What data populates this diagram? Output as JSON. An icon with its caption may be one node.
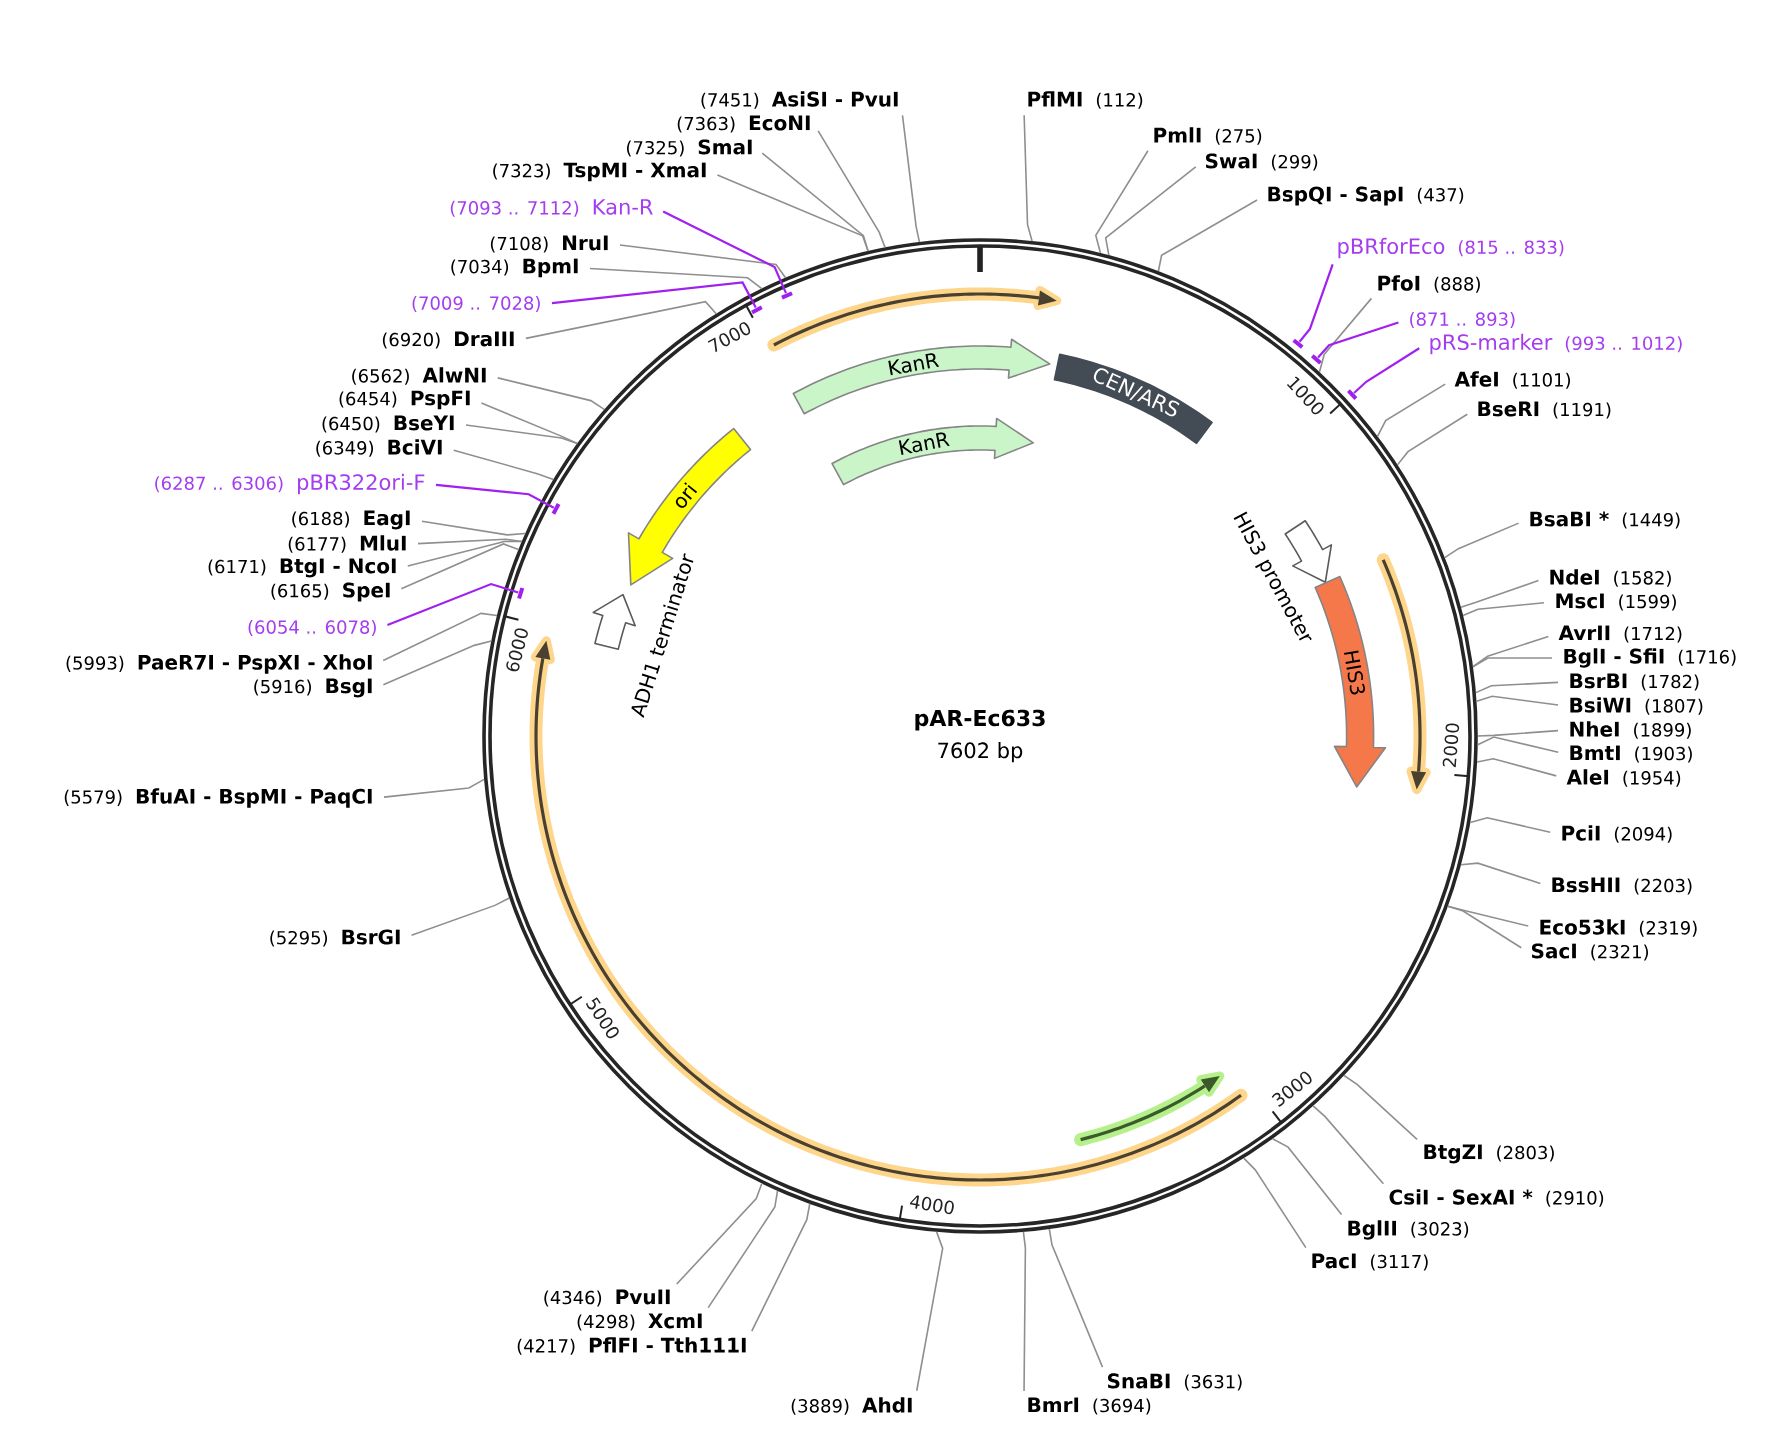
{
  "diagram": {
    "nodes": [
      {
        "text": [
          "pAR-Ec633",
          "7602 bp"
        ]
      },
      {
        "text": [
          "KanR"
        ],
        "in": 0
      },
      {
        "text": [
          "KanR"
        ],
        "in": 0
      },
      {
        "text": [
          "CEN/ARS"
        ],
        "in": 0
      },
      {
        "text": [
          "HIS3 promoter"
        ],
        "in": 0
      },
      {
        "text": [
          "HIS3"
        ],
        "in": 0
      },
      {
        "text": [
          "ADH1 terminator"
        ],
        "in": 0
      },
      {
        "text": [
          "ori"
        ],
        "in": 0
      },
      {
        "text": [
          "PflMI",
          "(112)"
        ]
      },
      {
        "text": [
          "PmlI",
          "(275)"
        ]
      },
      {
        "text": [
          "SwaI",
          "(299)"
        ]
      },
      {
        "text": [
          "BspQI - SapI",
          "(437)"
        ]
      },
      {
        "text": [
          "pBRforEco",
          "(815 .. 833)"
        ]
      },
      {
        "text": [
          "PfoI",
          "(888)"
        ]
      },
      {
        "text": [
          "(871 .. 893)"
        ]
      },
      {
        "text": [
          "pRS-marker",
          "(993 .. 1012)"
        ]
      },
      {
        "text": [
          "AfeI",
          "(1101)"
        ]
      },
      {
        "text": [
          "BseRI",
          "(1191)"
        ]
      },
      {
        "text": [
          "BsaBI *",
          "(1449)"
        ]
      },
      {
        "text": [
          "NdeI",
          "(1582)"
        ]
      },
      {
        "text": [
          "MscI",
          "(1599)"
        ]
      },
      {
        "text": [
          "AvrII",
          "(1712)"
        ]
      },
      {
        "text": [
          "BglI - SfiI",
          "(1716)"
        ]
      },
      {
        "text": [
          "BsrBI",
          "(1782)"
        ]
      },
      {
        "text": [
          "BsiWI",
          "(1807)"
        ]
      },
      {
        "text": [
          "NheI",
          "(1899)"
        ]
      },
      {
        "text": [
          "BmtI",
          "(1903)"
        ]
      },
      {
        "text": [
          "AleI",
          "(1954)"
        ]
      },
      {
        "text": [
          "PciI",
          "(2094)"
        ]
      },
      {
        "text": [
          "BssHII",
          "(2203)"
        ]
      },
      {
        "text": [
          "Eco53kI",
          "(2319)"
        ]
      },
      {
        "text": [
          "SacI",
          "(2321)"
        ]
      },
      {
        "text": [
          "BtgZI",
          "(2803)"
        ]
      },
      {
        "text": [
          "CsiI - SexAI *",
          "(2910)"
        ]
      },
      {
        "text": [
          "BglII",
          "(3023)"
        ]
      },
      {
        "text": [
          "PacI",
          "(3117)"
        ]
      },
      {
        "text": [
          "SnaBI",
          "(3631)"
        ]
      },
      {
        "text": [
          "BmrI",
          "(3694)"
        ]
      },
      {
        "text": [
          "(3889)",
          "AhdI"
        ]
      },
      {
        "text": [
          "(4217)",
          "PflFI - Tth111I"
        ]
      },
      {
        "text": [
          "(4298)",
          "XcmI"
        ]
      },
      {
        "text": [
          "(4346)",
          "PvuII"
        ]
      },
      {
        "text": [
          "(5295)",
          "BsrGI"
        ]
      },
      {
        "text": [
          "(5579)",
          "BfuAI - BspMI - PaqCI"
        ]
      },
      {
        "text": [
          "(5916)",
          "BsgI"
        ]
      },
      {
        "text": [
          "(5993)",
          "PaeR7I - PspXI - XhoI"
        ]
      },
      {
        "text": [
          "(6054 .. 6078)"
        ]
      },
      {
        "text": [
          "(6165)",
          "SpeI"
        ]
      },
      {
        "text": [
          "(6171)",
          "BtgI - NcoI"
        ]
      },
      {
        "text": [
          "(6177)",
          "MluI"
        ]
      },
      {
        "text": [
          "(6188)",
          "EagI"
        ]
      },
      {
        "text": [
          "(6287 .. 6306)",
          "pBR322ori-F"
        ]
      },
      {
        "text": [
          "(6349)",
          "BciVI"
        ]
      },
      {
        "text": [
          "(6450)",
          "BseYI"
        ]
      },
      {
        "text": [
          "(6454)",
          "PspFI"
        ]
      },
      {
        "text": [
          "(6562)",
          "AlwNI"
        ]
      },
      {
        "text": [
          "(6920)",
          "DraIII"
        ]
      },
      {
        "text": [
          "(7009 .. 7028)"
        ]
      },
      {
        "text": [
          "(7034)",
          "BpmI"
        ]
      },
      {
        "text": [
          "(7108)",
          "NruI"
        ]
      },
      {
        "text": [
          "(7093 .. 7112)",
          "Kan-R"
        ]
      },
      {
        "text": [
          "(7323)",
          "TspMI - XmaI"
        ]
      },
      {
        "text": [
          "(7325)",
          "SmaI"
        ]
      },
      {
        "text": [
          "(7363)",
          "EcoNI"
        ]
      },
      {
        "text": [
          "(7451)",
          "AsiSI - PvuI"
        ]
      },
      {
        "text": [],
        "shape": "bar",
        "in": 0
      },
      {
        "text": [],
        "shape": "bar",
        "in": 0
      },
      {
        "text": [],
        "shape": "bar",
        "in": 0
      },
      {
        "text": [],
        "shape": "bar",
        "in": 0
      },
      {
        "text": [],
        "shape": "bar"
      },
      {
        "text": [],
        "shape": "bar"
      },
      {
        "text": [],
        "shape": "bar"
      }
    ],
    "edges": [
      {
        "from": 8,
        "to": 0,
        "arrow": "none"
      },
      {
        "from": 9,
        "to": 0,
        "arrow": "none"
      },
      {
        "from": 10,
        "to": 0,
        "arrow": "none"
      },
      {
        "from": 11,
        "to": 0,
        "arrow": "none"
      },
      {
        "from": 12,
        "to": 69,
        "arrow": "none",
        "color": "#a020f0"
      },
      {
        "from": 13,
        "to": 0,
        "arrow": "none"
      },
      {
        "from": 14,
        "to": 70,
        "arrow": "none",
        "color": "#a020f0"
      },
      {
        "from": 15,
        "to": 71,
        "arrow": "none",
        "color": "#a020f0"
      },
      {
        "from": 16,
        "to": 0,
        "arrow": "none"
      },
      {
        "from": 17,
        "to": 0,
        "arrow": "none"
      },
      {
        "from": 18,
        "to": 0,
        "arrow": "none"
      },
      {
        "from": 19,
        "to": 0,
        "arrow": "none"
      },
      {
        "from": 20,
        "to": 0,
        "arrow": "none"
      },
      {
        "from": 21,
        "to": 0,
        "arrow": "none"
      },
      {
        "from": 22,
        "to": 0,
        "arrow": "none"
      },
      {
        "from": 23,
        "to": 0,
        "arrow": "none"
      },
      {
        "from": 24,
        "to": 0,
        "arrow": "none"
      },
      {
        "from": 25,
        "to": 0,
        "arrow": "none"
      },
      {
        "from": 26,
        "to": 0,
        "arrow": "none"
      },
      {
        "from": 27,
        "to": 0,
        "arrow": "none"
      },
      {
        "from": 28,
        "to": 0,
        "arrow": "none"
      },
      {
        "from": 29,
        "to": 0,
        "arrow": "none"
      },
      {
        "from": 30,
        "to": 0,
        "arrow": "none"
      },
      {
        "from": 31,
        "to": 0,
        "arrow": "none"
      },
      {
        "from": 32,
        "to": 0,
        "arrow": "none"
      },
      {
        "from": 33,
        "to": 0,
        "arrow": "none"
      },
      {
        "from": 34,
        "to": 0,
        "arrow": "none"
      },
      {
        "from": 35,
        "to": 0,
        "arrow": "none"
      },
      {
        "from": 36,
        "to": 0,
        "arrow": "none"
      },
      {
        "from": 37,
        "to": 0,
        "arrow": "none"
      },
      {
        "from": 38,
        "to": 0,
        "arrow": "none"
      },
      {
        "from": 39,
        "to": 0,
        "arrow": "none"
      },
      {
        "from": 40,
        "to": 0,
        "arrow": "none"
      },
      {
        "from": 41,
        "to": 0,
        "arrow": "none"
      },
      {
        "from": 42,
        "to": 0,
        "arrow": "none"
      },
      {
        "from": 43,
        "to": 0,
        "arrow": "none"
      },
      {
        "from": 44,
        "to": 0,
        "arrow": "none"
      },
      {
        "from": 45,
        "to": 0,
        "arrow": "none"
      },
      {
        "from": 46,
        "to": 65,
        "arrow": "none",
        "color": "#a020f0"
      },
      {
        "from": 47,
        "to": 0,
        "arrow": "none"
      },
      {
        "from": 48,
        "to": 0,
        "arrow": "none"
      },
      {
        "from": 49,
        "to": 0,
        "arrow": "none"
      },
      {
        "from": 50,
        "to": 0,
        "arrow": "none"
      },
      {
        "from": 51,
        "to": 66,
        "arrow": "none",
        "color": "#a020f0"
      },
      {
        "from": 52,
        "to": 0,
        "arrow": "none"
      },
      {
        "from": 53,
        "to": 0,
        "arrow": "none"
      },
      {
        "from": 54,
        "to": 0,
        "arrow": "none"
      },
      {
        "from": 55,
        "to": 0,
        "arrow": "none"
      },
      {
        "from": 56,
        "to": 0,
        "arrow": "none"
      },
      {
        "from": 57,
        "to": 67,
        "arrow": "none",
        "color": "#a020f0"
      },
      {
        "from": 58,
        "to": 0,
        "arrow": "none"
      },
      {
        "from": 59,
        "to": 0,
        "arrow": "none"
      },
      {
        "from": 60,
        "to": 68,
        "arrow": "none",
        "color": "#a020f0"
      },
      {
        "from": 61,
        "to": 0,
        "arrow": "none"
      },
      {
        "from": 62,
        "to": 0,
        "arrow": "none"
      },
      {
        "from": 63,
        "to": 0,
        "arrow": "none"
      },
      {
        "from": 64,
        "to": 0,
        "arrow": "none"
      }
    ],
    "labels": [
      "1000",
      "2000",
      "3000",
      "4000",
      "5000",
      "6000",
      "7000"
    ]
  }
}
